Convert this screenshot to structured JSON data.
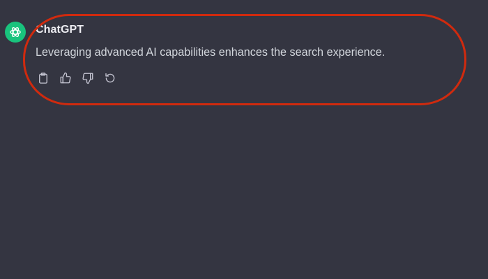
{
  "message": {
    "author": "ChatGPT",
    "text": "Leveraging advanced AI capabilities enhances the search experience."
  },
  "actions": [
    {
      "icon": "clipboard-icon",
      "label": "Copy"
    },
    {
      "icon": "thumbs-up-icon",
      "label": "Good response"
    },
    {
      "icon": "thumbs-down-icon",
      "label": "Bad response"
    },
    {
      "icon": "regenerate-icon",
      "label": "Regenerate"
    }
  ],
  "colors": {
    "background": "#343541",
    "avatar": "#19c37d",
    "highlight": "#d02a0e",
    "text": "#d1d5db",
    "icon": "#c5c5d2"
  }
}
